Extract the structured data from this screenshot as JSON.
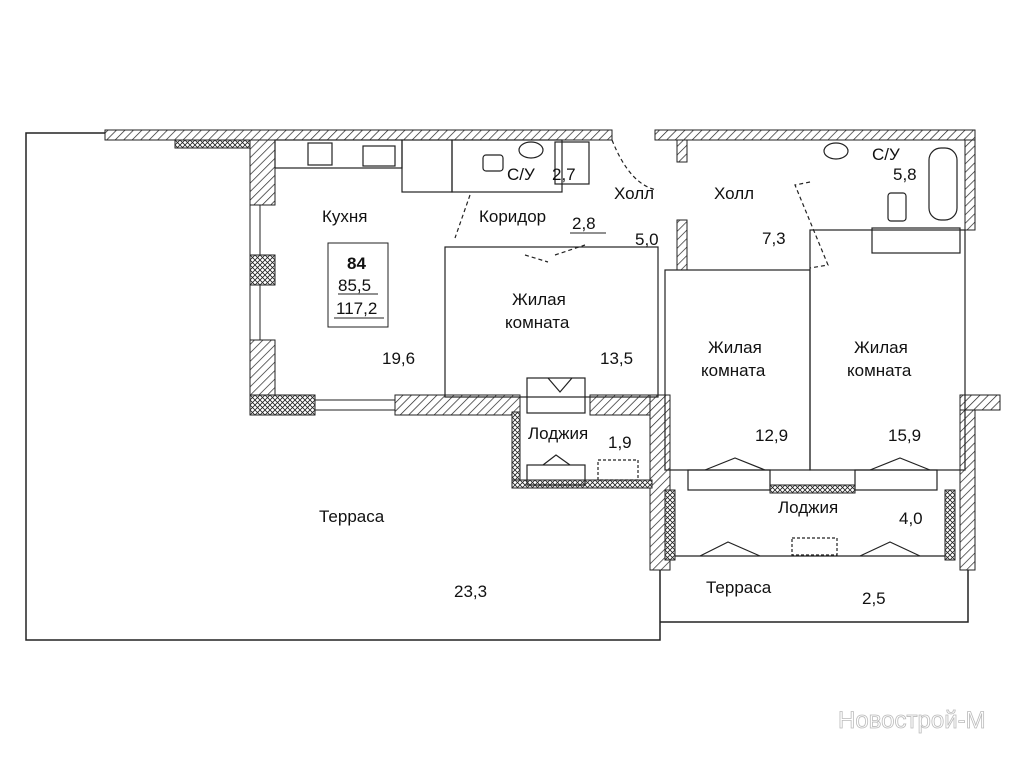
{
  "plan": {
    "apartment_number": "84",
    "living_area": "85,5",
    "total_area": "117,2",
    "rooms": [
      {
        "name": "Кухня",
        "area": "19,6"
      },
      {
        "name": "С/У",
        "area": "2,7"
      },
      {
        "name": "Коридор",
        "area": "2,8"
      },
      {
        "name": "Холл",
        "area": "5,0"
      },
      {
        "name": "Холл",
        "area": "7,3"
      },
      {
        "name": "С/У",
        "area": "5,8"
      },
      {
        "name_line1": "Жилая",
        "name_line2": "комната",
        "area": "13,5"
      },
      {
        "name_line1": "Жилая",
        "name_line2": "комната",
        "area": "12,9"
      },
      {
        "name_line1": "Жилая",
        "name_line2": "комната",
        "area": "15,9"
      },
      {
        "name": "Лоджия",
        "area": "1,9"
      },
      {
        "name": "Лоджия",
        "area": "4,0"
      },
      {
        "name": "Терраса",
        "area": "23,3"
      },
      {
        "name": "Терраса",
        "area": "2,5"
      }
    ]
  },
  "watermark": "Новострой-М",
  "colors": {
    "line": "#222222",
    "background": "#ffffff"
  }
}
